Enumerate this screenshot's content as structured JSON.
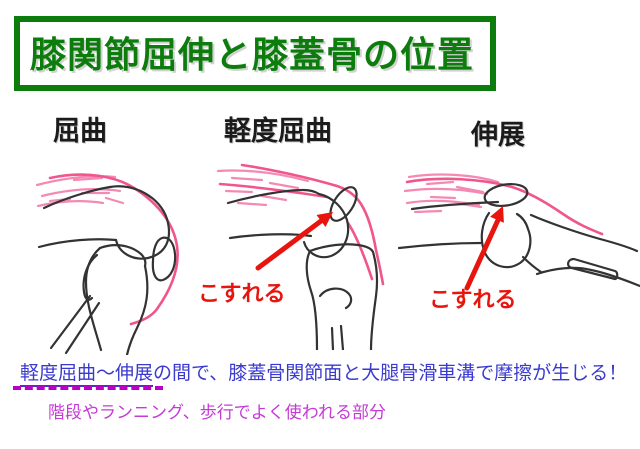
{
  "title": {
    "text": "膝関節屈伸と膝蓋骨の位置"
  },
  "figures": [
    {
      "name": "flexion",
      "label": "屈曲"
    },
    {
      "name": "slight-flexion",
      "label": "軽度屈曲",
      "annotation": "こすれる"
    },
    {
      "name": "extension",
      "label": "伸展",
      "annotation": "こすれる"
    }
  ],
  "caption": {
    "line1_underlined": "軽度屈曲〜伸展",
    "line1_rest": "の間で、膝蓋骨関節面と大腿骨滑車溝で摩擦が生じる！",
    "line2": "階段やランニング、歩行でよく使われる部分"
  },
  "colors": {
    "title_green": "#0c7d0c",
    "outline_black": "#333333",
    "muscle_pink": "#f0558c",
    "muscle_pink_light": "#f489b3",
    "arrow_red": "#e8150f",
    "caption_blue": "#3a3ace",
    "caption_magenta": "#c53ad6",
    "dashed_underline_magenta": "#b800c8"
  }
}
